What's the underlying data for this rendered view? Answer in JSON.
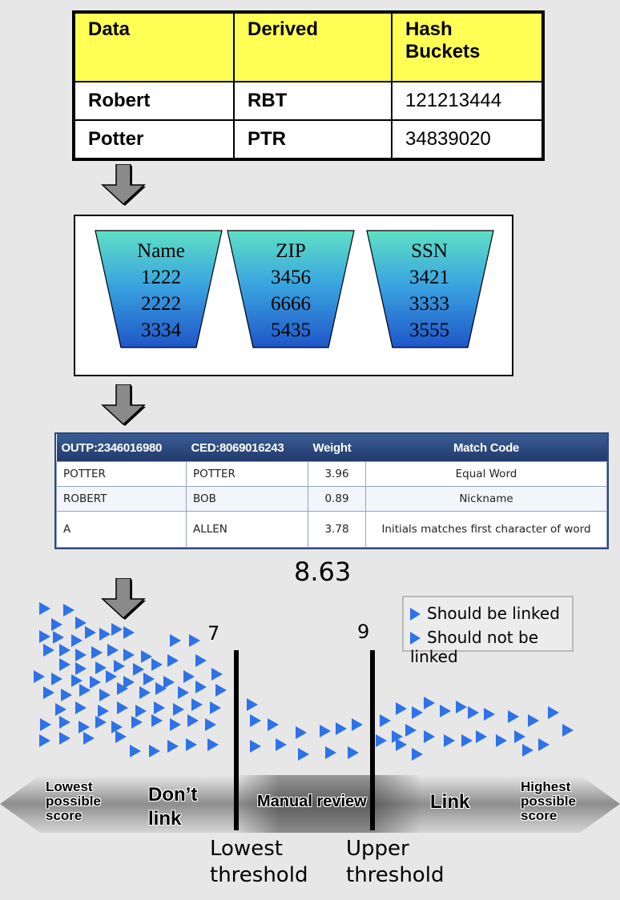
{
  "hash_table": {
    "headers": [
      "Data",
      "Derived",
      "Hash\nBuckets"
    ],
    "header_lines": {
      "col3_line1": "Hash",
      "col3_line2": "Buckets"
    },
    "rows": [
      [
        "Robert",
        "RBT",
        "121213444"
      ],
      [
        "Potter",
        "PTR",
        "34839020"
      ]
    ]
  },
  "buckets": [
    {
      "label": "Name",
      "values": [
        "1222",
        "2222",
        "3334"
      ]
    },
    {
      "label": "ZIP",
      "values": [
        "3456",
        "6666",
        "5435"
      ]
    },
    {
      "label": "SSN",
      "values": [
        "3421",
        "3333",
        "3555"
      ]
    }
  ],
  "match_table": {
    "headers": [
      "OUTP:2346016980",
      "CED:8069016243",
      "Weight",
      "Match Code"
    ],
    "rows": [
      [
        "POTTER",
        "POTTER",
        "3.96",
        "Equal Word"
      ],
      [
        "ROBERT",
        "BOB",
        "0.89",
        "Nickname"
      ],
      [
        "A",
        "ALLEN",
        "3.78",
        "Initials matches first character of word"
      ]
    ],
    "total": "8.63"
  },
  "legend": {
    "items": [
      "Should be linked",
      "Should not be linked"
    ],
    "color": "#2e72e8"
  },
  "thresholds": {
    "lower_value": "7",
    "upper_value": "9",
    "lower_label_1": "Lowest",
    "lower_label_2": "threshold",
    "upper_label_1": "Upper",
    "upper_label_2": "threshold"
  },
  "scale": {
    "lowest_1": "Lowest",
    "lowest_2": "possible",
    "lowest_3": "score",
    "dont_link_1": "Don’t",
    "dont_link_2": "link",
    "manual": "Manual review",
    "link": "Link",
    "highest_1": "Highest",
    "highest_2": "possible",
    "highest_3": "score"
  }
}
